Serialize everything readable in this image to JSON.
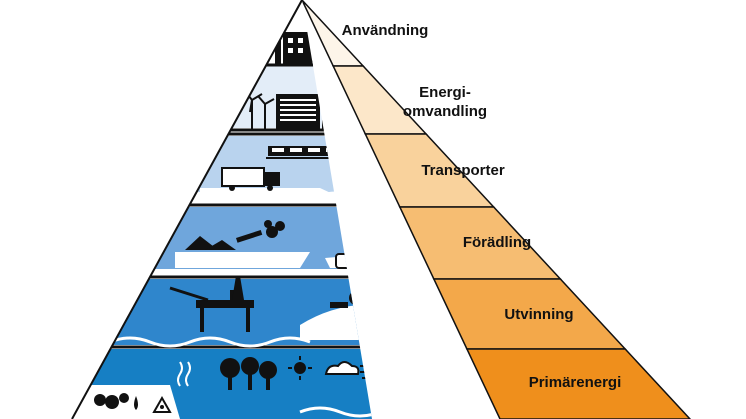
{
  "diagram": {
    "tiers": [
      {
        "id": "anvandning",
        "label": "Användning",
        "color": "#fdf5e9"
      },
      {
        "id": "energiomvandling",
        "label": "Energi-\nomvandling",
        "color": "#fce7c9"
      },
      {
        "id": "transporter",
        "label": "Transporter",
        "color": "#f9d29c"
      },
      {
        "id": "foradling",
        "label": "Förädling",
        "color": "#f6bd72"
      },
      {
        "id": "utvinning",
        "label": "Utvinning",
        "color": "#f3a84a"
      },
      {
        "id": "primarenergi",
        "label": "Primärenergi",
        "color": "#ef8f1c"
      }
    ],
    "band_colors": {
      "lightest": "#e3edf8",
      "light": "#b9d3ee",
      "mid": "#6fa6dc",
      "strong": "#2f86cc",
      "deep": "#167fc4"
    },
    "icon_color": "#111111"
  }
}
